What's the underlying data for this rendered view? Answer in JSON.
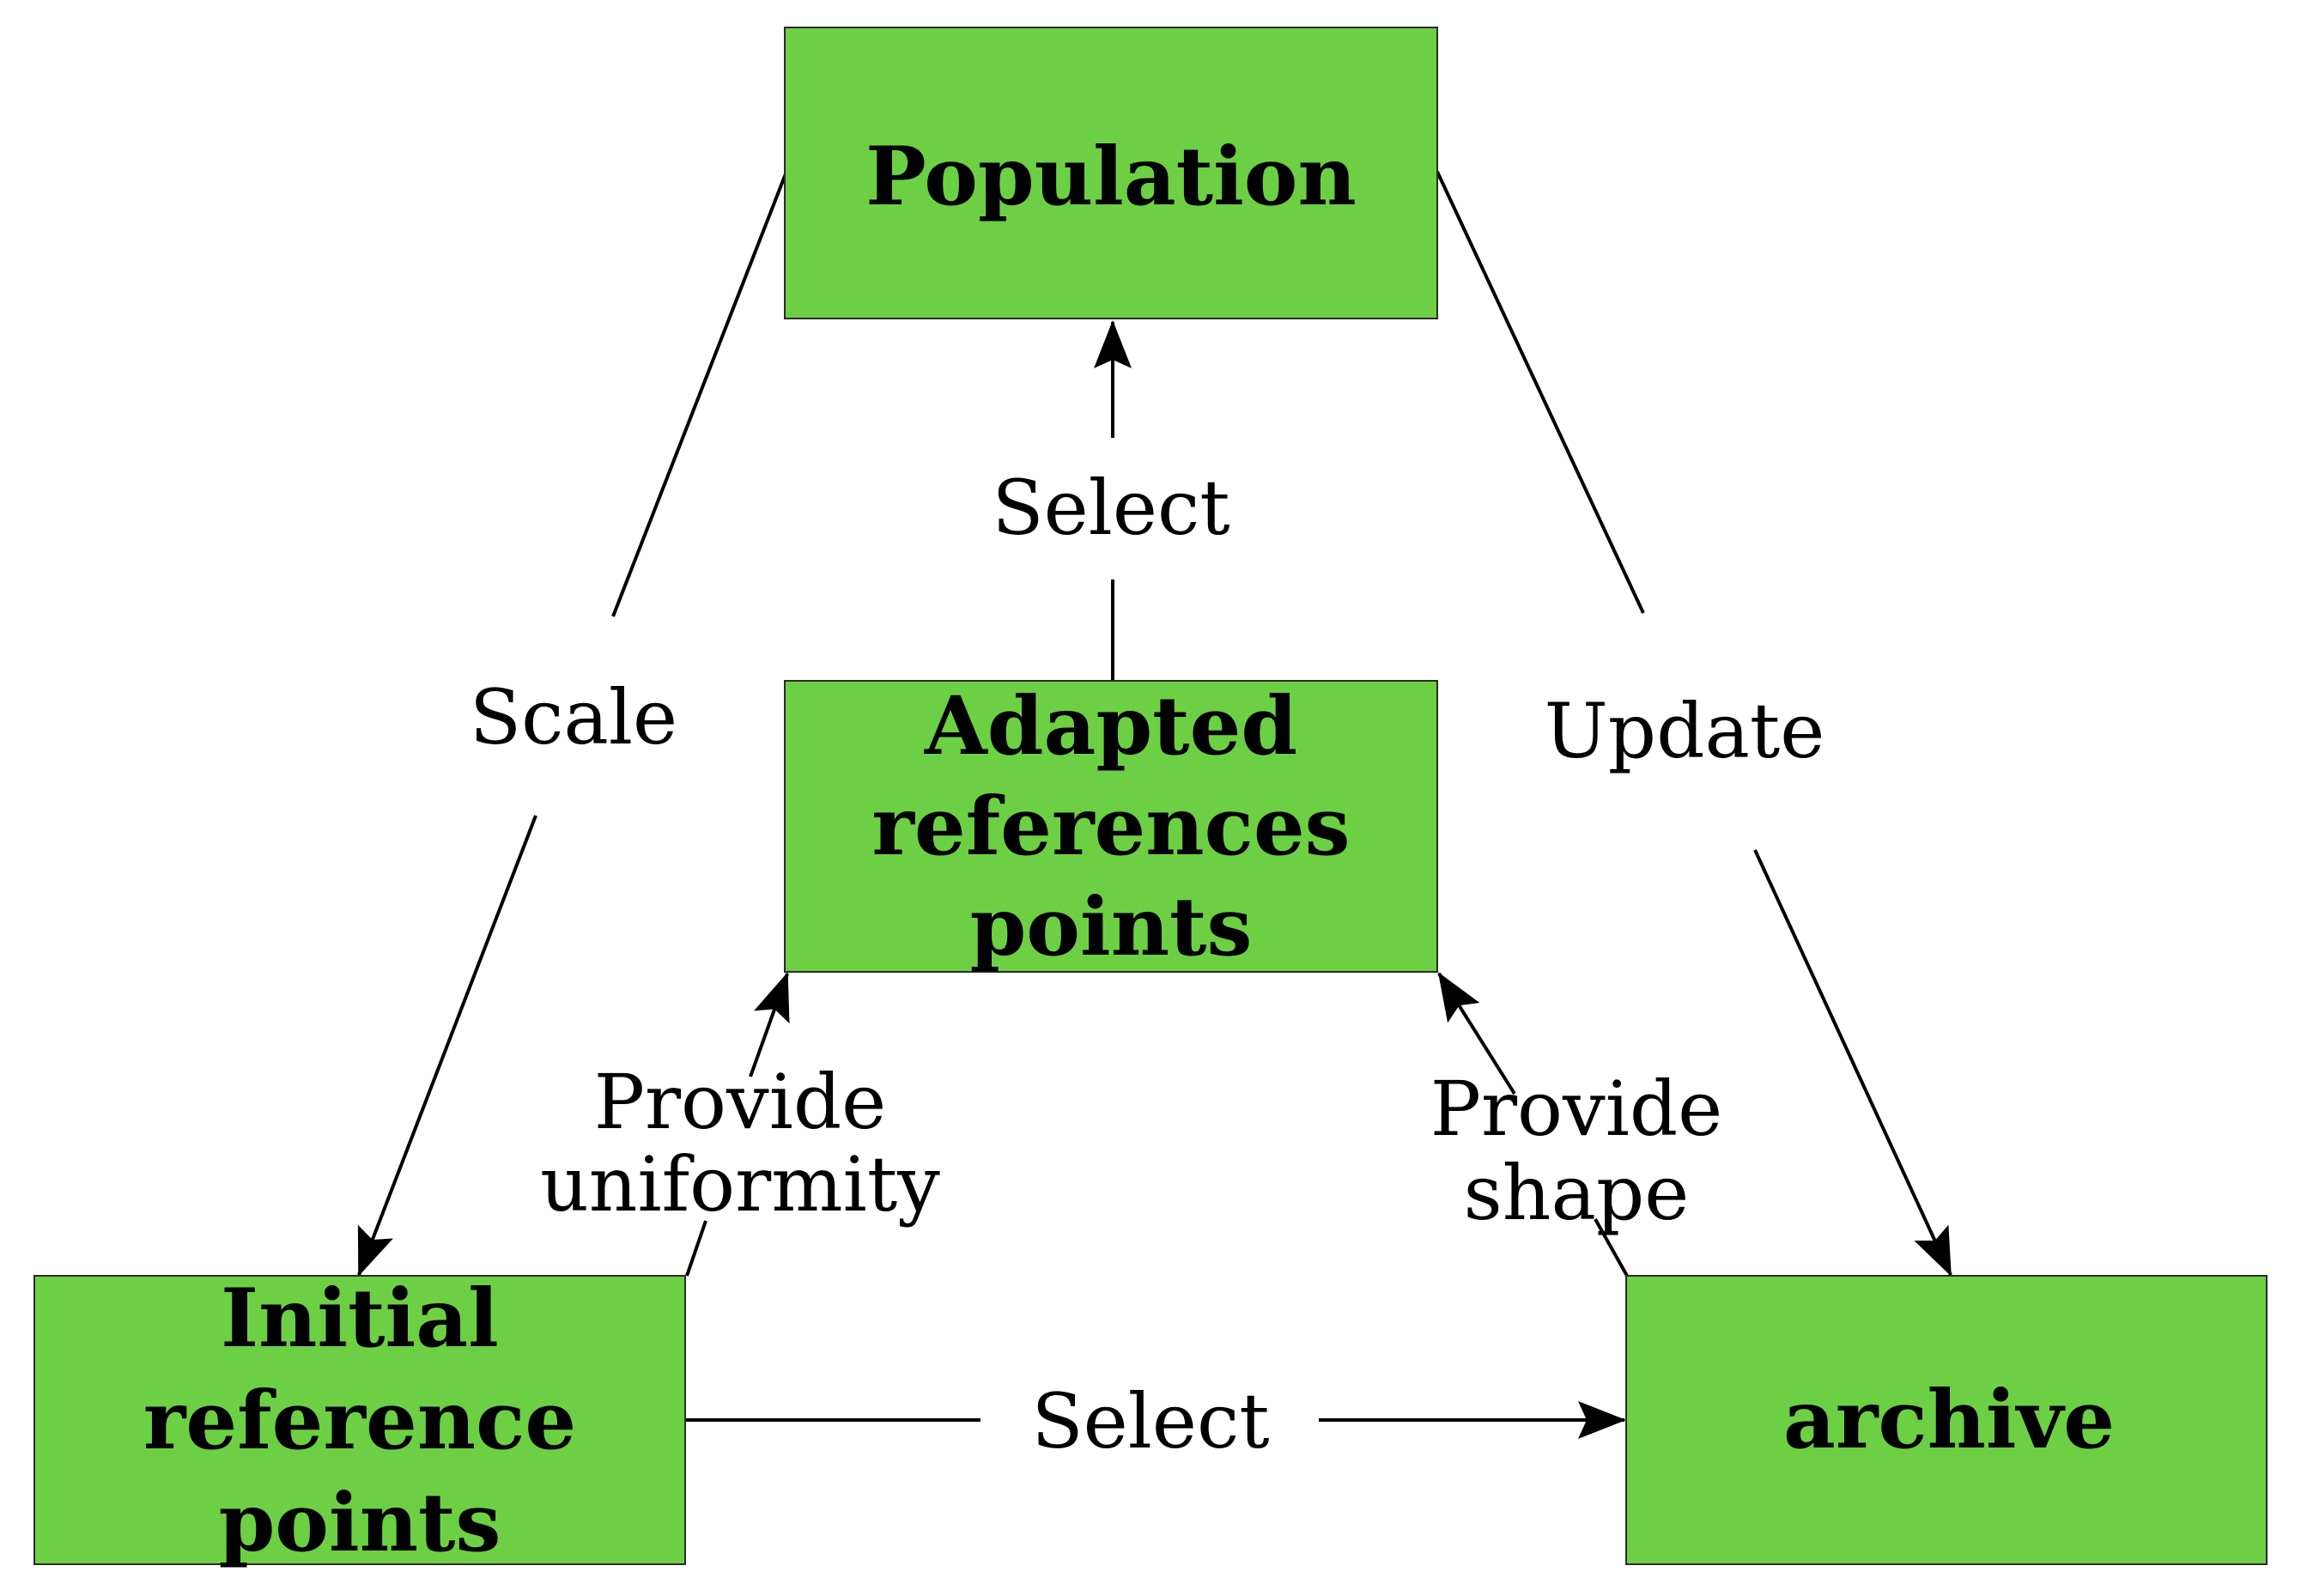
{
  "colors": {
    "node_fill": "#6dd044",
    "node_border": "#2a2a2a",
    "line": "#000000",
    "background": "#ffffff"
  },
  "nodes": {
    "population": {
      "lines": [
        "Population"
      ]
    },
    "adapted": {
      "lines": [
        "Adapted",
        "references",
        "points"
      ]
    },
    "initial": {
      "lines": [
        "Initial",
        "reference",
        "points"
      ]
    },
    "archive": {
      "lines": [
        "archive"
      ]
    }
  },
  "edges": {
    "select_top": {
      "lines": [
        "Select"
      ]
    },
    "scale": {
      "lines": [
        "Scale"
      ]
    },
    "update": {
      "lines": [
        "Update"
      ]
    },
    "provide_uniformity": {
      "lines": [
        "Provide",
        "uniformity"
      ]
    },
    "provide_shape": {
      "lines": [
        "Provide",
        "shape"
      ]
    },
    "select_bottom": {
      "lines": [
        "Select"
      ]
    }
  }
}
